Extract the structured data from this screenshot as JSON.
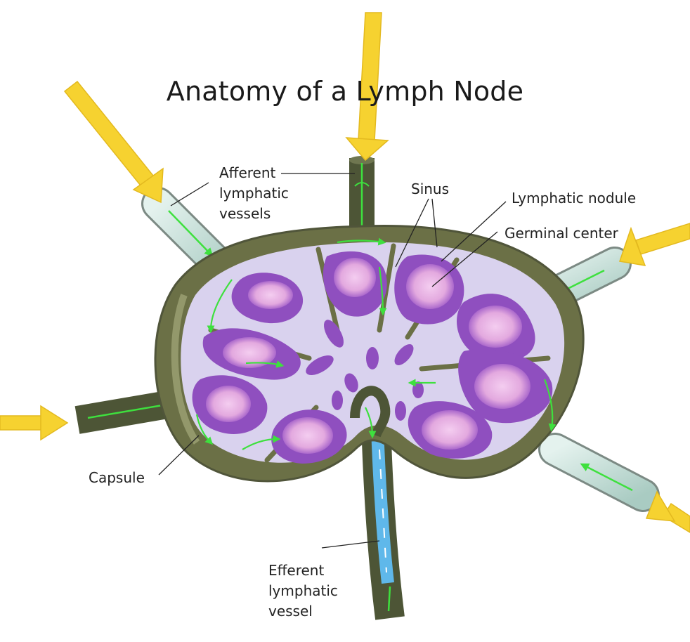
{
  "title": "Anatomy of a Lymph Node",
  "colors": {
    "capsule": "#6b7046",
    "capsule_light": "#8a8f61",
    "sinus": "#d9d2ee",
    "nodule": "#8f4fbf",
    "germinal_center": "#eab8e6",
    "flow": "#3ee03e",
    "afferent_vessel": "#c7e2dc",
    "efferent_channel": "#5fb8ea",
    "arrow": "#f6d230"
  },
  "labels": {
    "afferent": [
      "Afferent",
      "lymphatic",
      "vessels"
    ],
    "sinus": "Sinus",
    "lymphatic_nodule": "Lymphatic nodule",
    "germinal_center": "Germinal center",
    "capsule": "Capsule",
    "efferent": [
      "Efferent",
      "lymphatic",
      "vessel"
    ]
  }
}
